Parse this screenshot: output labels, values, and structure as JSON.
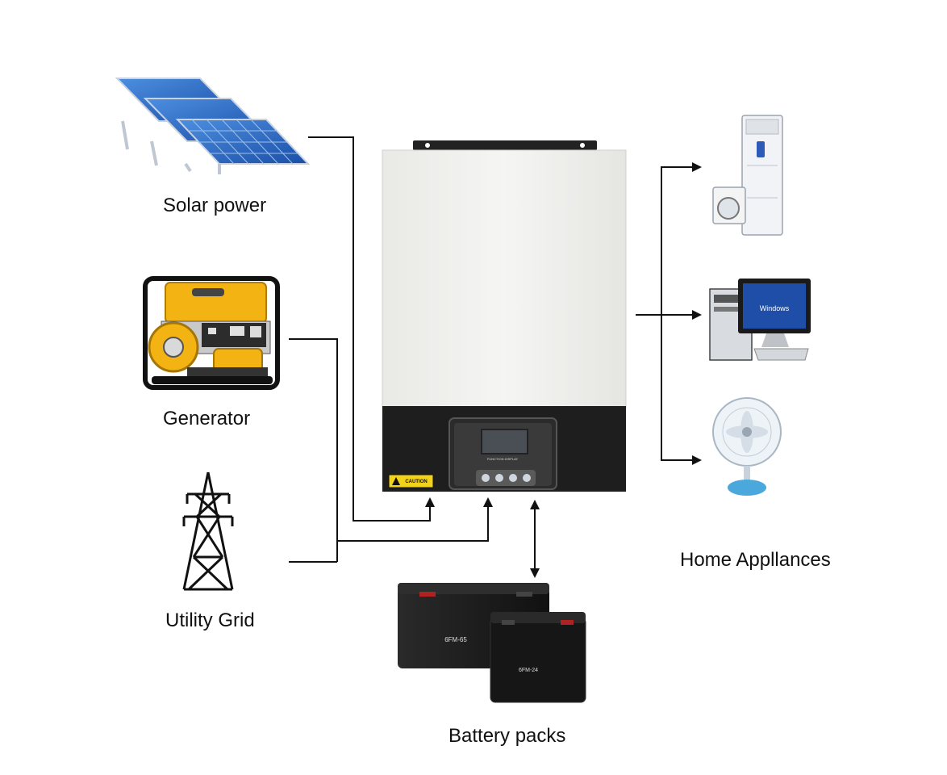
{
  "labels": {
    "solar": "Solar power",
    "generator": "Generator",
    "utility_grid": "Utility Grid",
    "battery": "Battery packs",
    "home_appliances": "Home Appllances"
  },
  "inverter": {
    "panel_title": "FUNCTION DISPLAY",
    "caution_text": "CAUTION",
    "body_color": "#f2f2ef",
    "base_color": "#1e1e1e"
  },
  "batteries": {
    "large_model": "6FM-65",
    "small_model": "6FM-24",
    "color": "#1c1c1c"
  },
  "appliances": {
    "monitor_text": "Windows"
  },
  "colors": {
    "line": "#111111",
    "solar_cell": "#1f63c7",
    "generator_yellow": "#f3b313"
  }
}
